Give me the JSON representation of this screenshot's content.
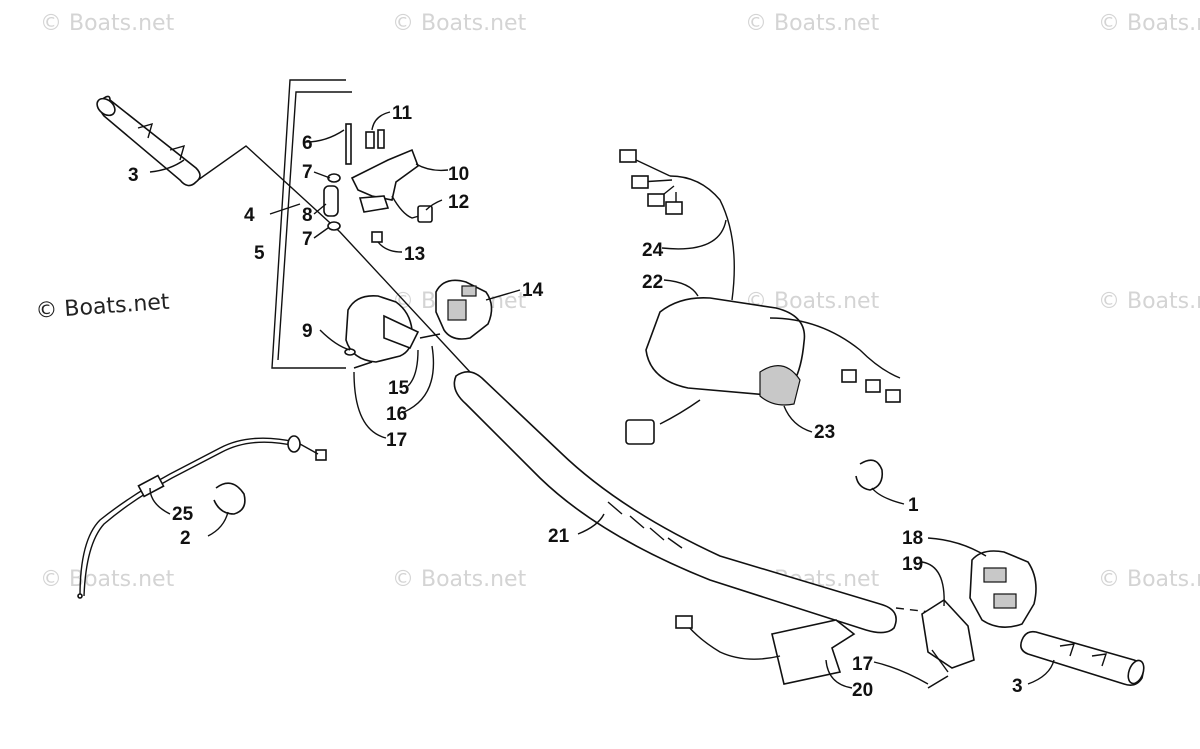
{
  "watermark": "© Boats.net",
  "callouts": {
    "c1": "1",
    "c2": "2",
    "c3a": "3",
    "c3b": "3",
    "c4": "4",
    "c5": "5",
    "c6": "6",
    "c7a": "7",
    "c7b": "7",
    "c8": "8",
    "c9": "9",
    "c10": "10",
    "c11": "11",
    "c12": "12",
    "c13": "13",
    "c14": "14",
    "c15": "15",
    "c16": "16",
    "c17a": "17",
    "c17b": "17",
    "c18": "18",
    "c19": "19",
    "c20": "20",
    "c21": "21",
    "c22": "22",
    "c23": "23",
    "c24": "24",
    "c25": "25"
  }
}
